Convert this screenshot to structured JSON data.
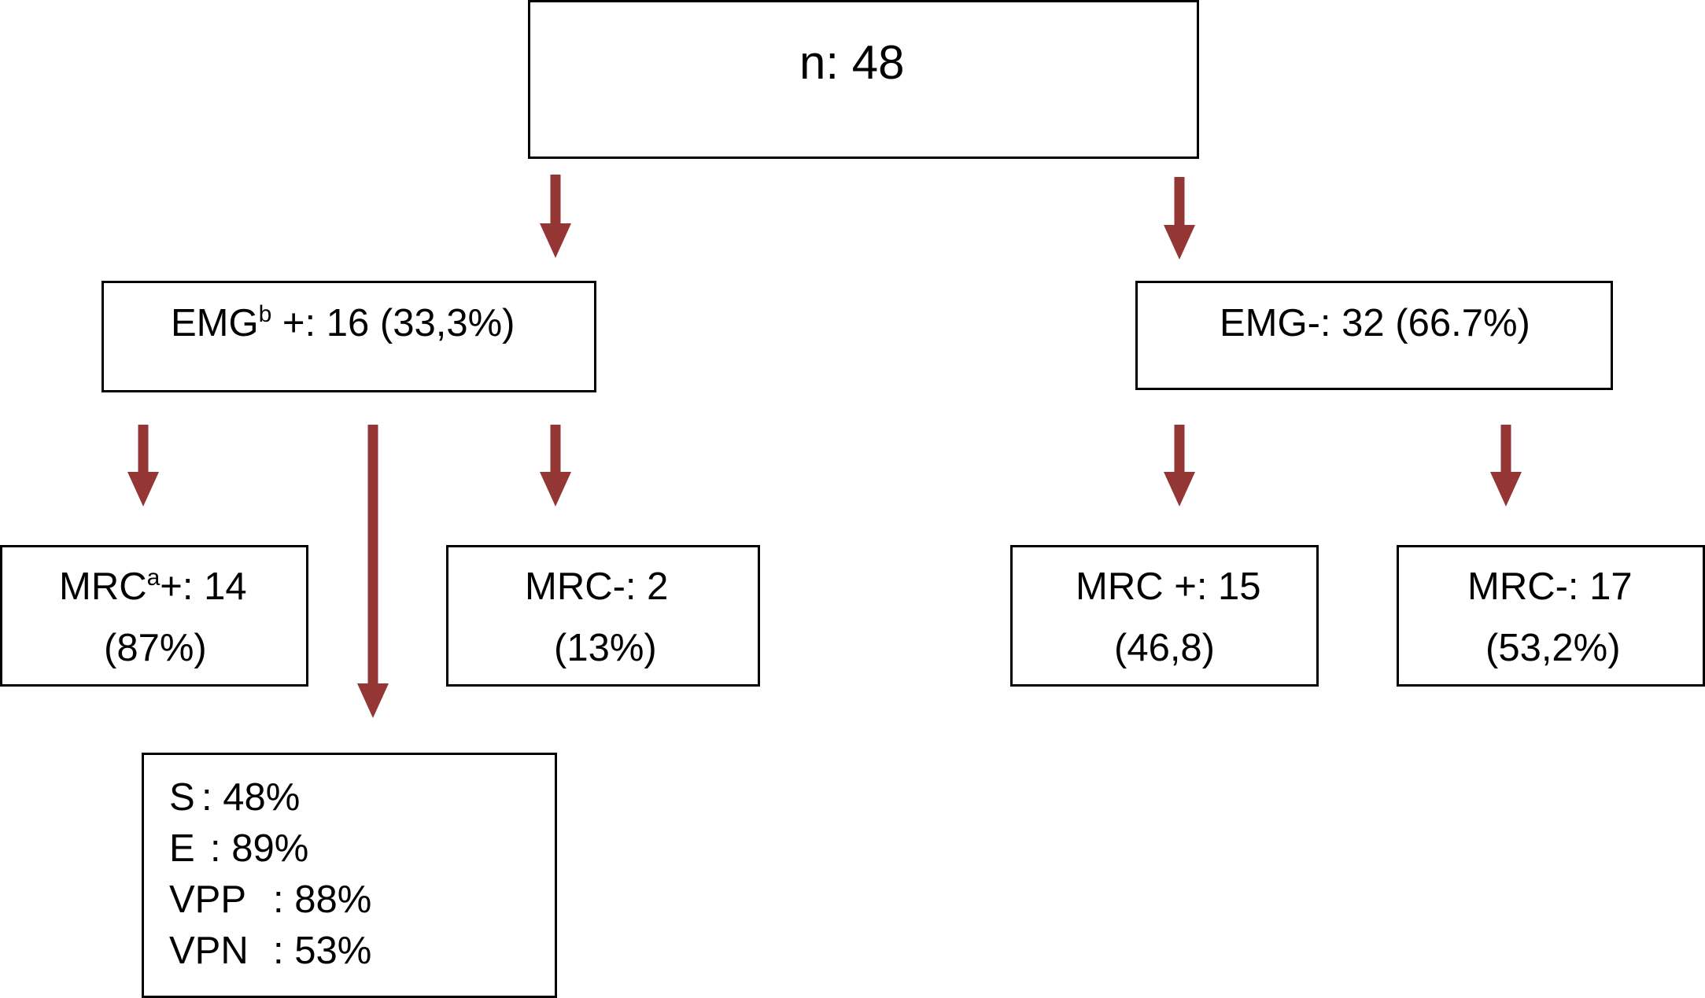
{
  "root": {
    "text": "n: 48"
  },
  "emg_pos": {
    "label": "EMG",
    "sup": "b",
    "text": " +: 16 (33,3%)"
  },
  "emg_neg": {
    "text": "EMG-: 32 (66.7%)"
  },
  "mrc_pos_left": {
    "label": "MRC",
    "sup": "a",
    "text": "+: 14",
    "pct": "(87%)"
  },
  "mrc_neg_left": {
    "text": "MRC-: 2",
    "pct": "(13%)"
  },
  "mrc_pos_right": {
    "text": "MRC +: 15",
    "pct": "(46,8)"
  },
  "mrc_neg_right": {
    "text": "MRC-: 17",
    "pct": "(53,2%)"
  },
  "stats": {
    "s": {
      "label": "S",
      "value": ": 48%"
    },
    "e": {
      "label": "E",
      "value": ": 89%"
    },
    "vpp": {
      "label": "VPP",
      "value": ": 88%"
    },
    "vpn": {
      "label": "VPN",
      "value": ": 53%"
    }
  },
  "colors": {
    "arrow": "#943634",
    "border": "#000000"
  }
}
